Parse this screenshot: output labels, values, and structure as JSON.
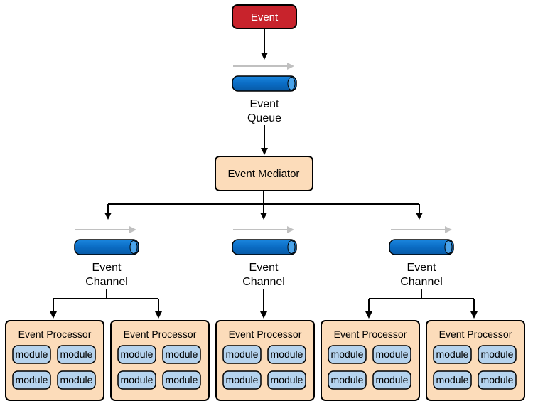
{
  "event": {
    "label": "Event",
    "color": "#c8232c"
  },
  "queue": {
    "label_line1": "Event",
    "label_line2": "Queue"
  },
  "mediator": {
    "label": "Event Mediator"
  },
  "channels": [
    {
      "label_line1": "Event",
      "label_line2": "Channel"
    },
    {
      "label_line1": "Event",
      "label_line2": "Channel"
    },
    {
      "label_line1": "Event",
      "label_line2": "Channel"
    }
  ],
  "processors": [
    {
      "title": "Event Processor",
      "modules": [
        "module",
        "module",
        "module",
        "module"
      ]
    },
    {
      "title": "Event Processor",
      "modules": [
        "module",
        "module",
        "module",
        "module"
      ]
    },
    {
      "title": "Event Processor",
      "modules": [
        "module",
        "module",
        "module",
        "module"
      ]
    },
    {
      "title": "Event Processor",
      "modules": [
        "module",
        "module",
        "module",
        "module"
      ]
    },
    {
      "title": "Event Processor",
      "modules": [
        "module",
        "module",
        "module",
        "module"
      ]
    }
  ],
  "colors": {
    "event_fill": "#c8232c",
    "pipe_fill": "#0a6cc4",
    "mediator_fill": "#fcdcba",
    "processor_fill": "#fcdcba",
    "module_fill": "#b5d3ee",
    "flow_arrow": "#c0c0c0"
  }
}
